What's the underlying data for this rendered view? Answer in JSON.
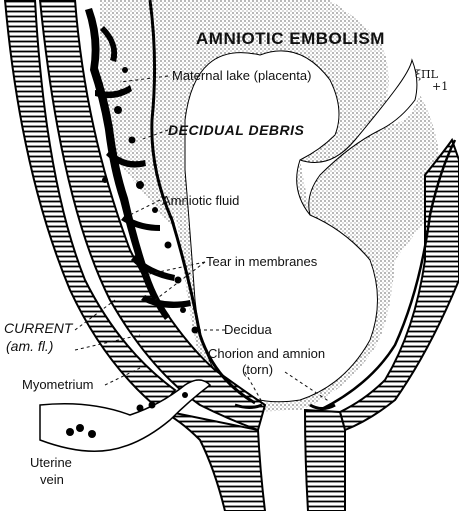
{
  "figure": {
    "title": "AMNIOTIC EMBOLISM",
    "handwritten_note": "ξΠL",
    "handwritten_note_suffix": "+1",
    "labels": {
      "maternal_lake": "Maternal lake (placenta)",
      "decidual_debris": "DECIDUAL DEBRIS",
      "amniotic_fluid": "Amniotic fluid",
      "tear_in_membranes": "Tear in membranes",
      "current_line1": "CURRENT",
      "current_line2": "(am. fl.)",
      "decidua": "Decidua",
      "chorion_line1": "Chorion and amnion",
      "chorion_line2": "(torn)",
      "myometrium": "Myometrium",
      "uterine_vein_line1": "Uterine",
      "uterine_vein_line2": "vein"
    }
  }
}
